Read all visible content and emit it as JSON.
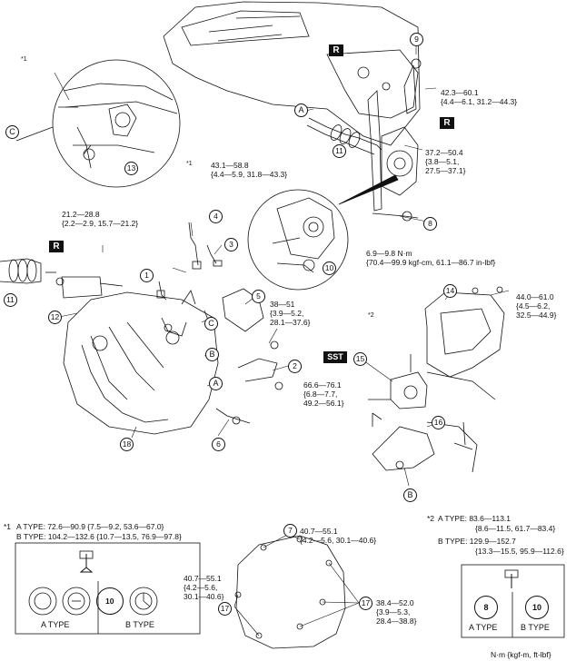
{
  "markers": {
    "r": "R",
    "sst": "SST",
    "star1": "*1",
    "star2": "*2",
    "A": "A",
    "B": "B",
    "C": "C"
  },
  "callouts": {
    "c1": "1",
    "c2": "2",
    "c3": "3",
    "c4": "4",
    "c5": "5",
    "c6": "6",
    "c7": "7",
    "c8": "8",
    "c9": "9",
    "c10": "10",
    "c11": "11",
    "c12": "12",
    "c13": "13",
    "c14": "14",
    "c15": "15",
    "c16": "16",
    "c17": "17",
    "c18": "18"
  },
  "torques": {
    "t9": [
      "42.3—60.1",
      "{4.4—6.1, 31.2—44.3}"
    ],
    "t8": [
      "37.2—50.4",
      "{3.8—5.1,",
      "27.5—37.1}"
    ],
    "t10": [
      "43.1—58.8",
      "{4.4—5.9, 31.8—43.3}"
    ],
    "t12": [
      "21.2—28.8",
      "{2.2—2.9, 15.7—21.2}"
    ],
    "t14a": [
      "6.9—9.8 N·m",
      "{70.4—99.9 kgf-cm, 61.1—86.7 in-lbf}"
    ],
    "t14b": [
      "44.0—61.0",
      "{4.5—6.2,",
      "32.5—44.9}"
    ],
    "t5": [
      "38—51",
      "{3.9—5.2,",
      "28.1—37.6}"
    ],
    "t15": [
      "66.6—76.1",
      "{6.8—7.7,",
      "49.2—56.1}"
    ],
    "t7a": [
      "40.7—55.1",
      "{4.2—5.6, 30.1—40.6}"
    ],
    "t17a": [
      "40.7—55.1",
      "{4.2—5.6,",
      "30.1—40.6}"
    ],
    "t17b": [
      "38.4—52.0",
      "{3.9—5.3,",
      "28.4—38.8}"
    ]
  },
  "note1": {
    "star": "*1",
    "a": "A TYPE: 72.6—90.9 {7.5—9.2, 53.6—67.0}",
    "b": "B TYPE: 104.2—132.6 {10.7—13.5, 76.9—97.8}",
    "box_a": "A TYPE",
    "box_b": "B TYPE",
    "bolt_b1": "10"
  },
  "note2": {
    "star": "*2",
    "a1": "A TYPE: 83.6—113.1",
    "a2": "{8.6—11.5, 61.7—83.4}",
    "b1": "B TYPE: 129.9—152.7",
    "b2": "{13.3—15.5, 95.9—112.6}",
    "box_a": "A TYPE",
    "box_b": "B TYPE",
    "bolt_a": "8",
    "bolt_b": "10"
  },
  "units": "N·m {kgf-m, ft-lbf}"
}
